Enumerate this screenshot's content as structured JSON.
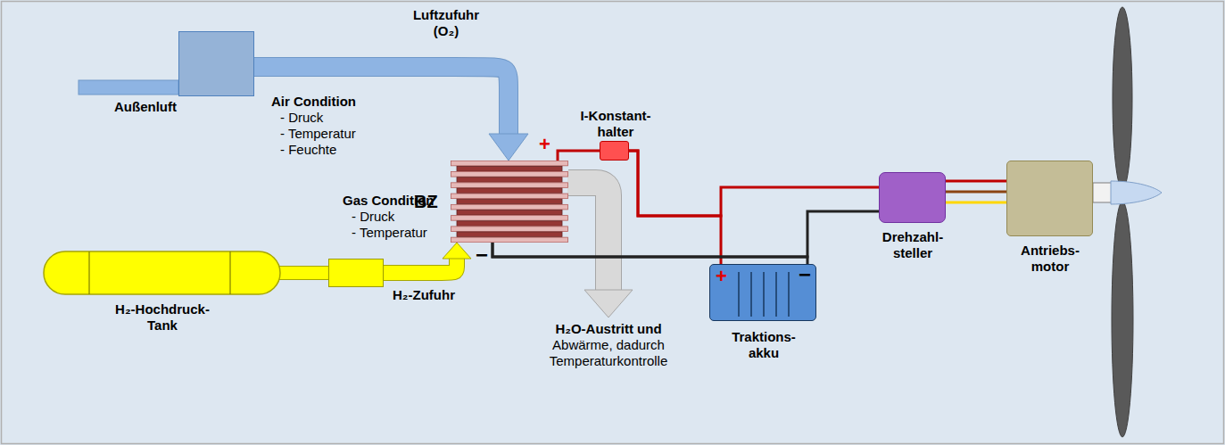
{
  "diagram": {
    "nodes": [
      {
        "text": [
          "Air Condition",
          "- Druck",
          "- Temperatur",
          "- Feuchte"
        ]
      },
      {
        "text": [
          "I-Konstant- halter"
        ]
      },
      {
        "text": [
          "BZ"
        ]
      },
      {
        "text": [
          "Drehzahl- steller"
        ]
      },
      {
        "text": [
          "Antriebs- motor"
        ]
      },
      {
        "text": [
          "+",
          "−",
          "Traktions- akku"
        ]
      },
      {
        "text": [
          "Gas Condition",
          "- Druck",
          "- Temperatur"
        ]
      },
      {
        "text": [
          "H₂-Hochdruck- Tank"
        ]
      }
    ],
    "edges": [
      {
        "from": 0,
        "to": 2,
        "arrow": "to",
        "label": "Luftzufuhr (O₂)"
      },
      {
        "from": 6,
        "to": 2,
        "arrow": "to",
        "label": "H₂-Zufuhr"
      },
      {
        "from": 7,
        "to": 6,
        "arrow": "none"
      },
      {
        "from": 2,
        "to": 1,
        "arrow": "none"
      },
      {
        "from": 1,
        "to": 3,
        "arrow": "none"
      },
      {
        "from": 1,
        "to": 5,
        "arrow": "none"
      },
      {
        "from": 2,
        "to": 3,
        "arrow": "none"
      },
      {
        "from": 2,
        "to": 5,
        "arrow": "none"
      },
      {
        "from": 3,
        "to": 4,
        "arrow": "none"
      }
    ],
    "labels": [
      "Außenluft",
      "+",
      "−",
      "H₂O-Austritt und Abwärme, dadurch Temperaturkontrolle"
    ]
  }
}
